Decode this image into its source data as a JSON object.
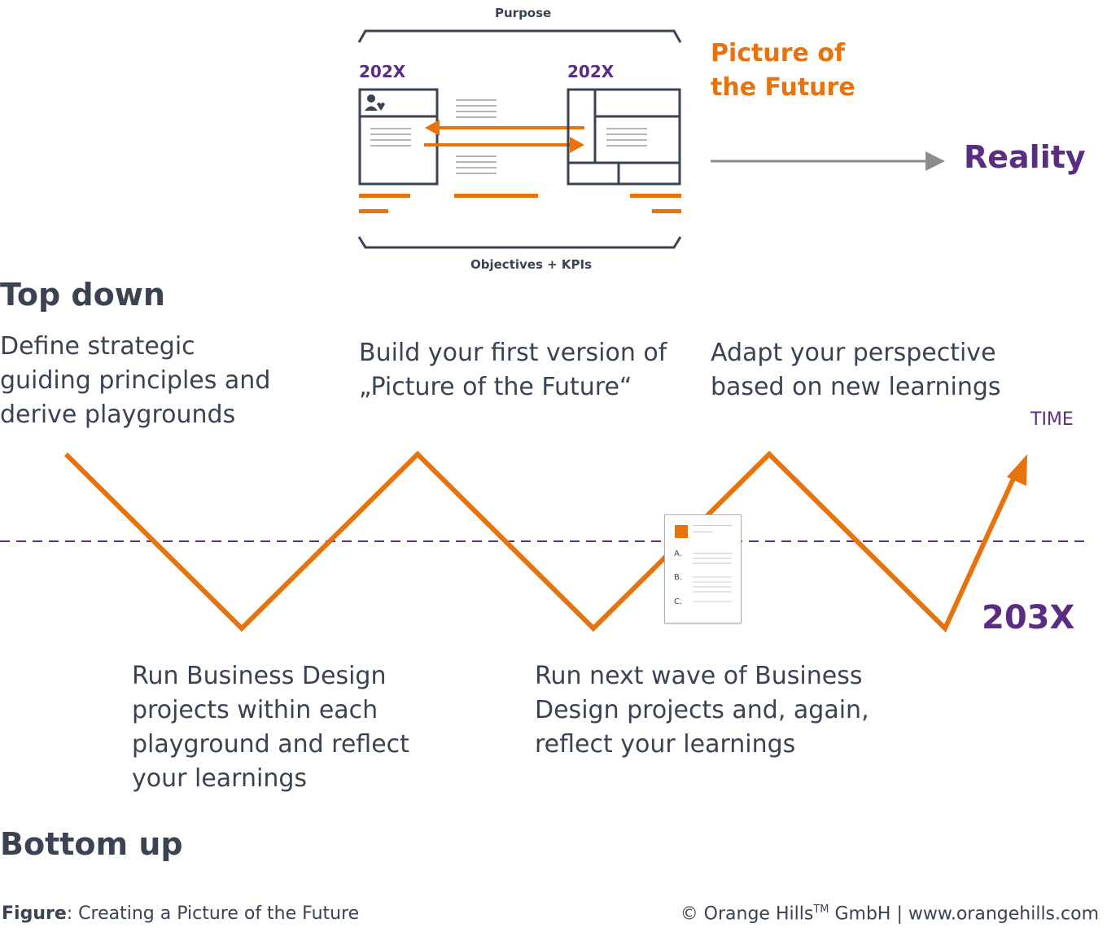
{
  "framework": {
    "top_label": "Purpose",
    "bottom_label": "Objectives + KPIs",
    "left_year": "202X",
    "right_year": "202X"
  },
  "picture_of_future": {
    "line1": "Picture of",
    "line2": "the Future"
  },
  "reality_label": "Reality",
  "top_down_heading": "Top down",
  "bottom_up_heading": "Bottom up",
  "steps": {
    "step1": "Define strategic\nguiding principles and\nderive playgrounds",
    "step2": "Build your first version of\n„Picture of the Future“",
    "step3": "Adapt your perspective\nbased on new learnings",
    "step4": "Run Business Design\nprojects within each\nplayground and reflect\nyour learnings",
    "step5": "Run next wave of Business\nDesign projects and, again,\nreflect your learnings"
  },
  "time_label": "TIME",
  "end_year": "203X",
  "document_icon": {
    "items": [
      "A.",
      "B.",
      "C."
    ]
  },
  "footer": {
    "figure_label": "Figure",
    "caption": ": Creating a Picture of the Future",
    "copyright_prefix": "© Orange Hills",
    "trademark": "TM",
    "copyright_suffix": " GmbH",
    "separator": "|",
    "website": "www.orangehills.com"
  },
  "colors": {
    "orange": "#e8720c",
    "purple": "#5a2d82",
    "dark": "#3a4352",
    "gray": "#8c8c8c"
  }
}
